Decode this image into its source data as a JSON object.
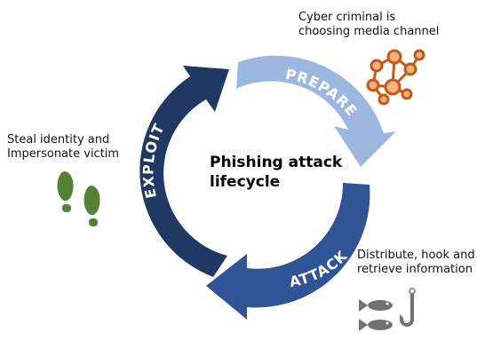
{
  "diagram": {
    "title": "Phishing attack\nlifecycle",
    "stages": [
      {
        "label": "PREPARE",
        "color": "#9db8e0",
        "description": "Cyber criminal is\nchoosing media channel",
        "icon": "network-icon"
      },
      {
        "label": "ATTACK",
        "color": "#2f5597",
        "description": "Distribute, hook and\nretrieve information",
        "icon": "fish-hook-icon"
      },
      {
        "label": "EXPLOIT",
        "color": "#1f3864",
        "description": "Steal identity and\nImpersonate victim",
        "icon": "footprints-icon"
      }
    ],
    "colors": {
      "network_orange": "#c55a11",
      "network_fill": "#f4b183",
      "footprint_green": "#548235",
      "fish_gray": "#767171"
    }
  }
}
